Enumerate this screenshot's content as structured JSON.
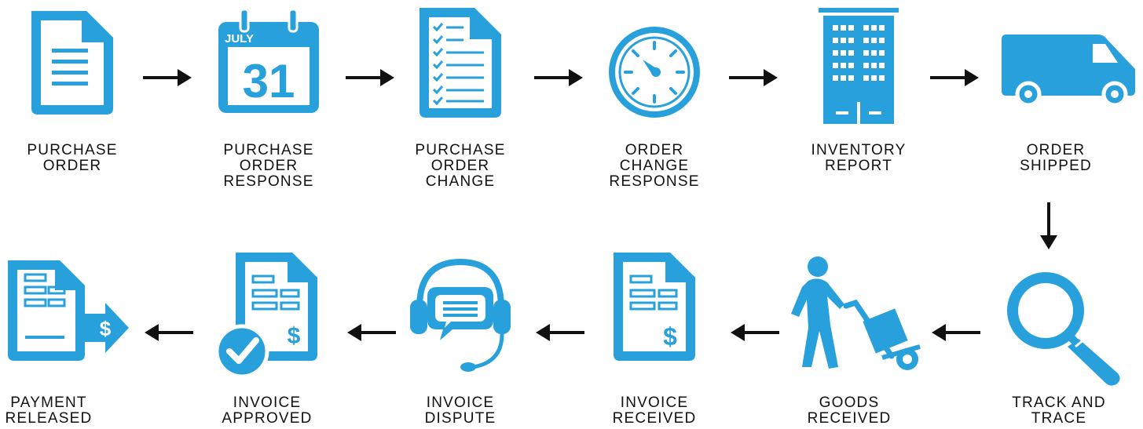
{
  "accent_color": "#27a0dc",
  "steps": [
    {
      "id": "purchase-order",
      "label": "PURCHASE\nORDER",
      "icon": "document-icon"
    },
    {
      "id": "purchase-order-response",
      "label": "PURCHASE\nORDER\nRESPONSE",
      "icon": "calendar-icon",
      "calendar_month": "JULY",
      "calendar_day": "31"
    },
    {
      "id": "purchase-order-change",
      "label": "PURCHASE\nORDER\nCHANGE",
      "icon": "checklist-icon"
    },
    {
      "id": "order-change-response",
      "label": "ORDER\nCHANGE\nRESPONSE",
      "icon": "gauge-icon"
    },
    {
      "id": "inventory-report",
      "label": "INVENTORY\nREPORT",
      "icon": "building-icon"
    },
    {
      "id": "order-shipped",
      "label": "ORDER\nSHIPPED",
      "icon": "truck-icon"
    },
    {
      "id": "track-and-trace",
      "label": "TRACK AND\nTRACE",
      "icon": "magnifier-icon"
    },
    {
      "id": "goods-received",
      "label": "GOODS\nRECEIVED",
      "icon": "hand-truck-icon"
    },
    {
      "id": "invoice-received",
      "label": "INVOICE\nRECEIVED",
      "icon": "invoice-icon",
      "currency_symbol": "$"
    },
    {
      "id": "invoice-dispute",
      "label": "INVOICE\nDISPUTE",
      "icon": "headset-icon"
    },
    {
      "id": "invoice-approved",
      "label": "INVOICE\nAPPROVED",
      "icon": "invoice-approved-icon",
      "currency_symbol": "$"
    },
    {
      "id": "payment-released",
      "label": "PAYMENT\nRELEASED",
      "icon": "payment-icon",
      "currency_symbol": "$"
    }
  ]
}
